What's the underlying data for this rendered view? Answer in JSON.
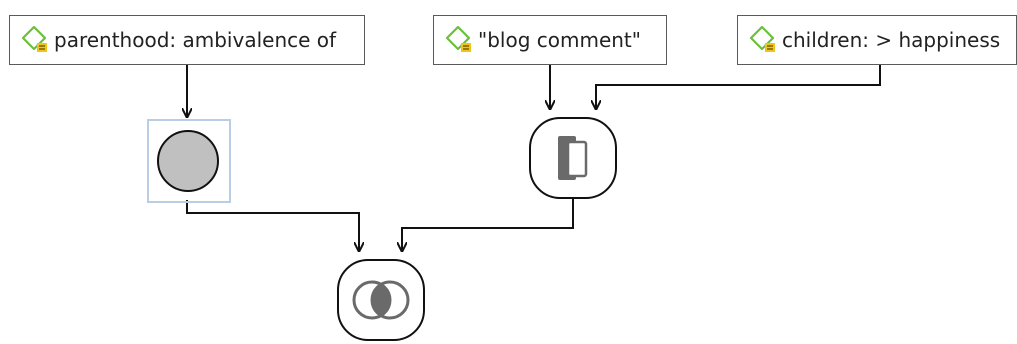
{
  "diagram": {
    "code_nodes": [
      {
        "label": "parenthood: ambivalence of",
        "icon": "code-diamond-icon"
      },
      {
        "label": "\"blog comment\"",
        "icon": "code-diamond-icon"
      },
      {
        "label": "children: > happiness",
        "icon": "code-diamond-icon"
      }
    ],
    "operator_nodes": [
      {
        "icon": "filled-circle-icon",
        "selected": true
      },
      {
        "icon": "document-frame-icon",
        "selected": false
      },
      {
        "icon": "intersection-icon",
        "selected": false
      }
    ],
    "colors": {
      "node_border": "#5a5a5a",
      "selection": "#b9cde4",
      "icon_green": "#6bbf3a",
      "icon_yellow": "#f0c419",
      "circle_fill": "#c0c0c0",
      "gray_icon": "#6a6a6a"
    }
  }
}
